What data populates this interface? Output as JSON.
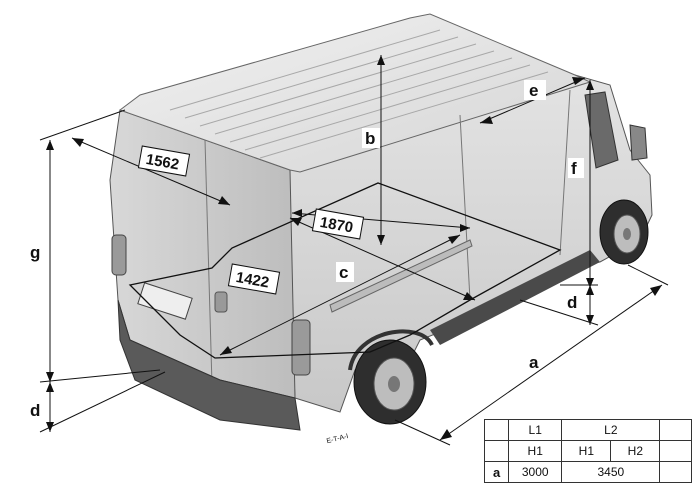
{
  "diagram": {
    "dimension_letters": {
      "a": "a",
      "b": "b",
      "c": "c",
      "d_front": "d",
      "d_rear": "d",
      "e": "e",
      "f": "f",
      "g": "g"
    },
    "measurements": {
      "rear_width": "1562",
      "cargo_width": "1870",
      "wheelarch_width": "1422"
    },
    "credit": "E-T-A-I"
  },
  "table": {
    "columns": [
      "L1",
      "L2"
    ],
    "subcolumns": [
      "H1",
      "H1",
      "H2"
    ],
    "rows": [
      {
        "label": "a",
        "values": [
          "3000",
          "3450"
        ]
      }
    ]
  }
}
